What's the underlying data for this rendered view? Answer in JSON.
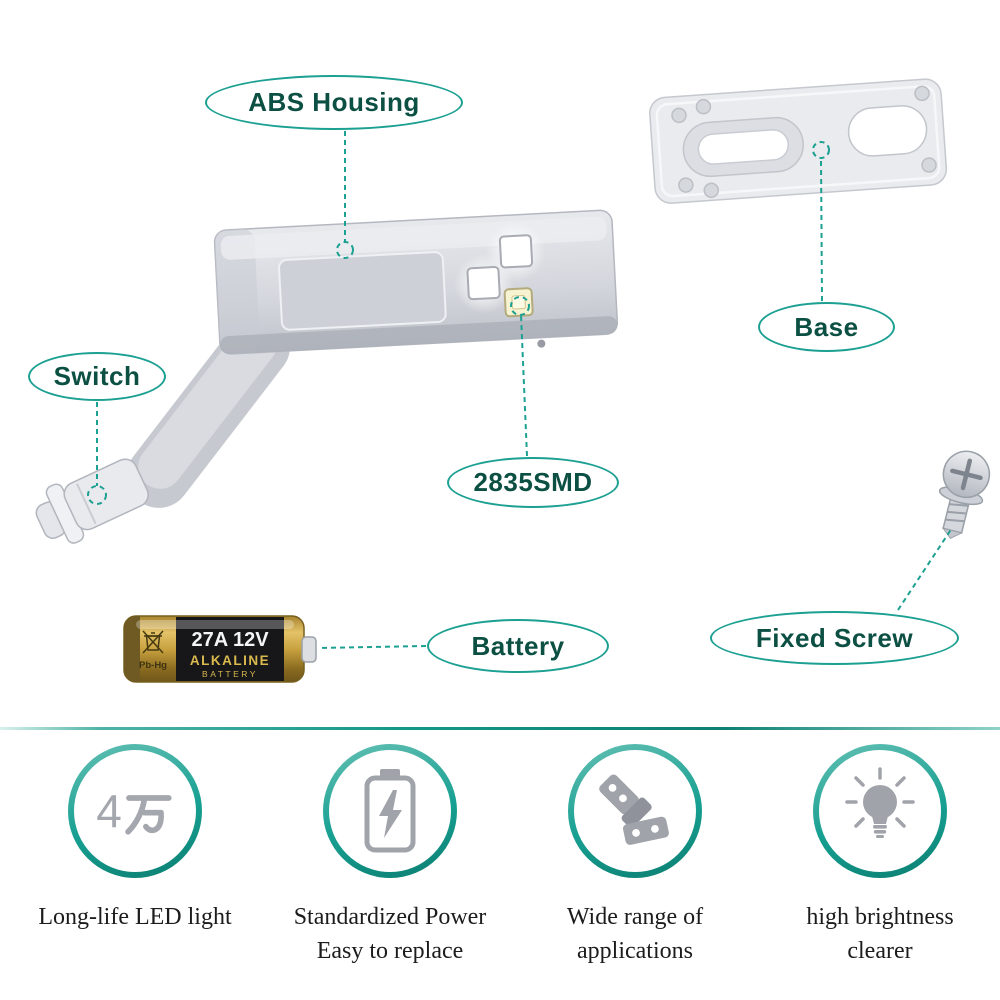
{
  "colors": {
    "teal": "#1ca092",
    "label_text": "#0c4f43",
    "icon_gray": "#a0a3a9"
  },
  "callouts": {
    "abs_housing": "ABS Housing",
    "base": "Base",
    "switch": "Switch",
    "smd": "2835SMD",
    "battery": "Battery",
    "fixed_screw": "Fixed Screw"
  },
  "battery_label": {
    "model": "27A 12V",
    "brand": "ALKALINE",
    "sub": "BATTERY",
    "marking": "Pb-Hg"
  },
  "features": [
    {
      "icon": "led-count-icon",
      "icon_text": "4万",
      "icon_text_prefix": "4",
      "line1": "Long-life LED light",
      "line2": ""
    },
    {
      "icon": "battery-power-icon",
      "line1": "Standardized Power",
      "line2": "Easy to replace"
    },
    {
      "icon": "hinge-icon",
      "line1": "Wide range of",
      "line2": "applications"
    },
    {
      "icon": "bulb-icon",
      "line1": "high brightness",
      "line2": "clearer"
    }
  ]
}
